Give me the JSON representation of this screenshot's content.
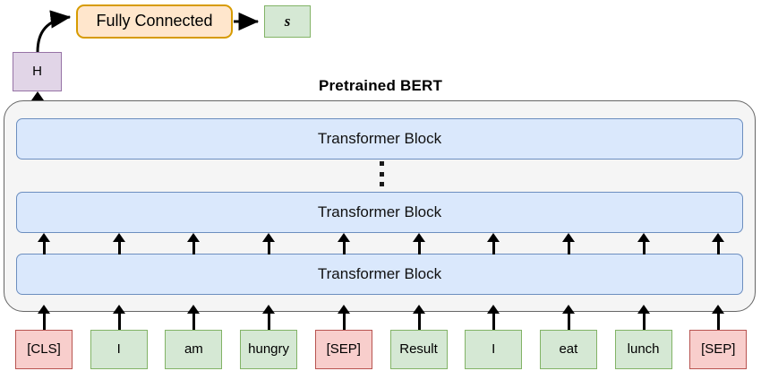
{
  "diagram": {
    "title": "Pretrained BERT",
    "top_nodes": {
      "hidden_state": "H",
      "fully_connected": "Fully Connected",
      "score": "s"
    },
    "transformer_blocks": [
      {
        "label": "Transformer Block"
      },
      {
        "label": "Transformer Block"
      },
      {
        "label": "Transformer Block"
      }
    ],
    "ellipsis": "⋮",
    "tokens": [
      {
        "text": "[CLS]",
        "kind": "special"
      },
      {
        "text": "I",
        "kind": "word"
      },
      {
        "text": "am",
        "kind": "word"
      },
      {
        "text": "hungry",
        "kind": "word"
      },
      {
        "text": "[SEP]",
        "kind": "special"
      },
      {
        "text": "Result",
        "kind": "word"
      },
      {
        "text": "I",
        "kind": "word"
      },
      {
        "text": "eat",
        "kind": "word"
      },
      {
        "text": "lunch",
        "kind": "word"
      },
      {
        "text": "[SEP]",
        "kind": "special"
      }
    ],
    "colors": {
      "special_token_fill": "#f8cecc",
      "special_token_border": "#b85450",
      "word_token_fill": "#d5e8d4",
      "word_token_border": "#82b366",
      "transformer_fill": "#dae8fc",
      "transformer_border": "#6c8ebf",
      "hidden_fill": "#e1d5e7",
      "hidden_border": "#9673a6",
      "fc_fill": "#ffe6cc",
      "fc_border": "#d79b00",
      "container_fill": "#f5f5f5",
      "container_border": "#666666",
      "arrow": "#000000"
    }
  }
}
